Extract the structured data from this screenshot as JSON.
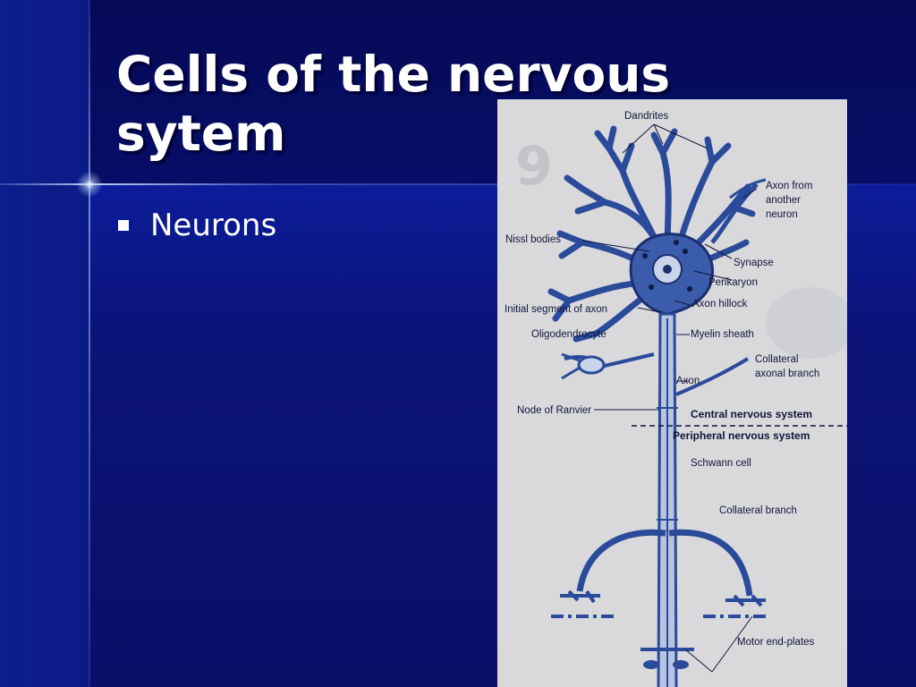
{
  "slide": {
    "title": "Cells of the nervous sytem",
    "bullets": [
      "Neurons"
    ]
  },
  "figure": {
    "labels": {
      "dendrites": "Dandrites",
      "axon_from_1": "Axon from",
      "axon_from_2": "another",
      "axon_from_3": "neuron",
      "nissl": "Nissl bodies",
      "synapse": "Synapse",
      "perikaryon": "Perikaryon",
      "initial_segment": "Initial segment of axon",
      "axon_hillock": "Axon hillock",
      "oligodendrocyte": "Oligodendrocyte",
      "myelin": "Myelin sheath",
      "collateral_axonal_1": "Collateral",
      "collateral_axonal_2": "axonal branch",
      "axon": "Axon",
      "node": "Node of Ranvier",
      "cns": "Central nervous system",
      "pns": "Peripheral nervous system",
      "schwann": "Schwann cell",
      "collateral_branch": "Collateral branch",
      "motor": "Motor end-plates"
    }
  },
  "colors": {
    "background": "#0b0f74",
    "title": "#ffffff",
    "figure_bg": "#d9d9dc",
    "neuron": "#2a4a9a"
  }
}
